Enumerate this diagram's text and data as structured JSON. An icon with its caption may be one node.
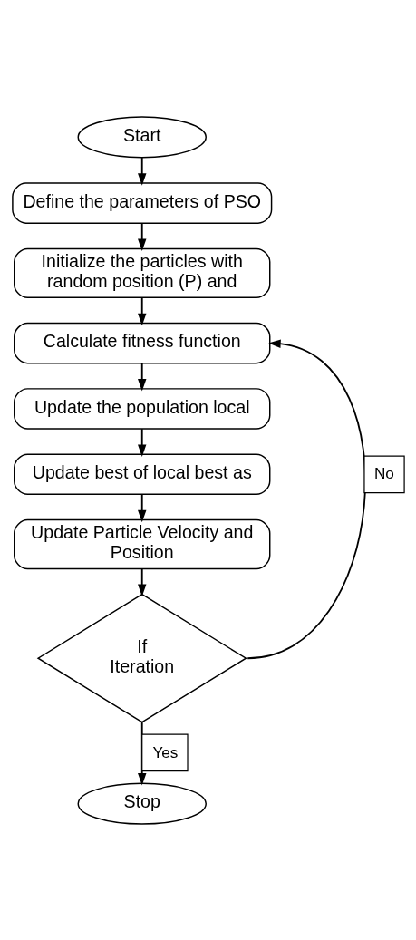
{
  "diagram": {
    "nodes": [
      {
        "text": [
          "Start"
        ]
      },
      {
        "text": [
          "Define the parameters of PSO"
        ]
      },
      {
        "text": [
          "Initialize the particles with random position (P) and"
        ]
      },
      {
        "text": [
          "Calculate fitness function"
        ]
      },
      {
        "text": [
          "Update the population local"
        ]
      },
      {
        "text": [
          "Update best of local best as"
        ]
      },
      {
        "text": [
          "Update Particle Velocity and Position"
        ]
      },
      {
        "text": [
          "If Iteration"
        ]
      },
      {
        "text": [
          "Stop"
        ]
      }
    ],
    "edges": [
      {
        "from": 0,
        "to": 1,
        "arrow": "to"
      },
      {
        "from": 1,
        "to": 2,
        "arrow": "to"
      },
      {
        "from": 2,
        "to": 3,
        "arrow": "to"
      },
      {
        "from": 3,
        "to": 4,
        "arrow": "to"
      },
      {
        "from": 4,
        "to": 5,
        "arrow": "to"
      },
      {
        "from": 5,
        "to": 6,
        "arrow": "to"
      },
      {
        "from": 6,
        "to": 7,
        "arrow": "to"
      },
      {
        "from": 7,
        "to": 3,
        "arrow": "to",
        "label": "No"
      },
      {
        "from": 7,
        "to": 8,
        "arrow": "to",
        "label": "Yes"
      }
    ]
  }
}
